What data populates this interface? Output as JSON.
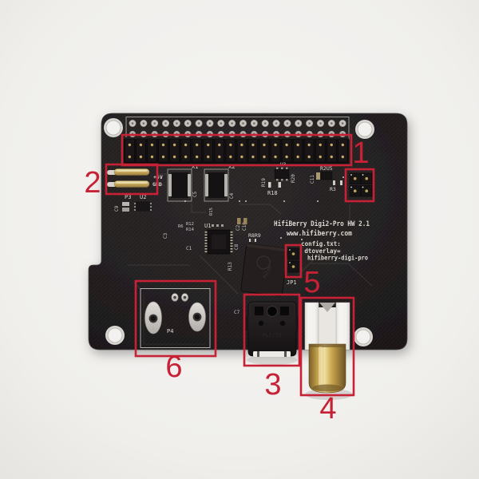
{
  "photo": {
    "subject": "Top view photo of a HiFiBerry Digi2-Pro audio HAT circuit board with six red numbered callout boxes"
  },
  "colors": {
    "annotation_red": "#c72136",
    "background": "#f1f0ee",
    "board": "#242021",
    "gold": "#c2a35e",
    "rca_gold": "#caa74f",
    "silkscreen_white": "#dcd9d2"
  },
  "callouts": {
    "n1": {
      "label": "1"
    },
    "n2": {
      "label": "2"
    },
    "n3": {
      "label": "3"
    },
    "n4": {
      "label": "4"
    },
    "n5": {
      "label": "5"
    },
    "n6": {
      "label": "6"
    }
  },
  "silkscreen": {
    "brand_line": "HifiBerry Digi2-Pro HW 2.1",
    "website": "www.hifiberry.com",
    "config_line1": "config.txt:",
    "config_line2": "dtoverlay=",
    "config_line3": "hifiberry-digi-pro",
    "plus5v": "+5V",
    "gnd": "GND",
    "p3": "P3",
    "u2": "U2",
    "c9": "C9",
    "x1": "X1",
    "x2": "X2",
    "c5": "C5",
    "c4": "C4",
    "u3": "U3",
    "r19": "R19",
    "r20": "R20",
    "r18": "R18",
    "r2u5": "R2U5",
    "c11": "C11",
    "r3": "R3",
    "r6": "R6",
    "r12": "R12",
    "r14": "R14",
    "u1": "U1",
    "c2": "C2",
    "c10": "C10",
    "r8r9": "R8R9",
    "c8": "C8",
    "c3": "C3",
    "c1": "C1",
    "r13": "R13",
    "r15": "R15",
    "jp1": "JP1",
    "p4": "P4",
    "c7": "C7"
  },
  "connectors": {
    "toslink_marking": "PLT/TS"
  },
  "gpio": {
    "columns": 20,
    "pad_rows": 2
  }
}
